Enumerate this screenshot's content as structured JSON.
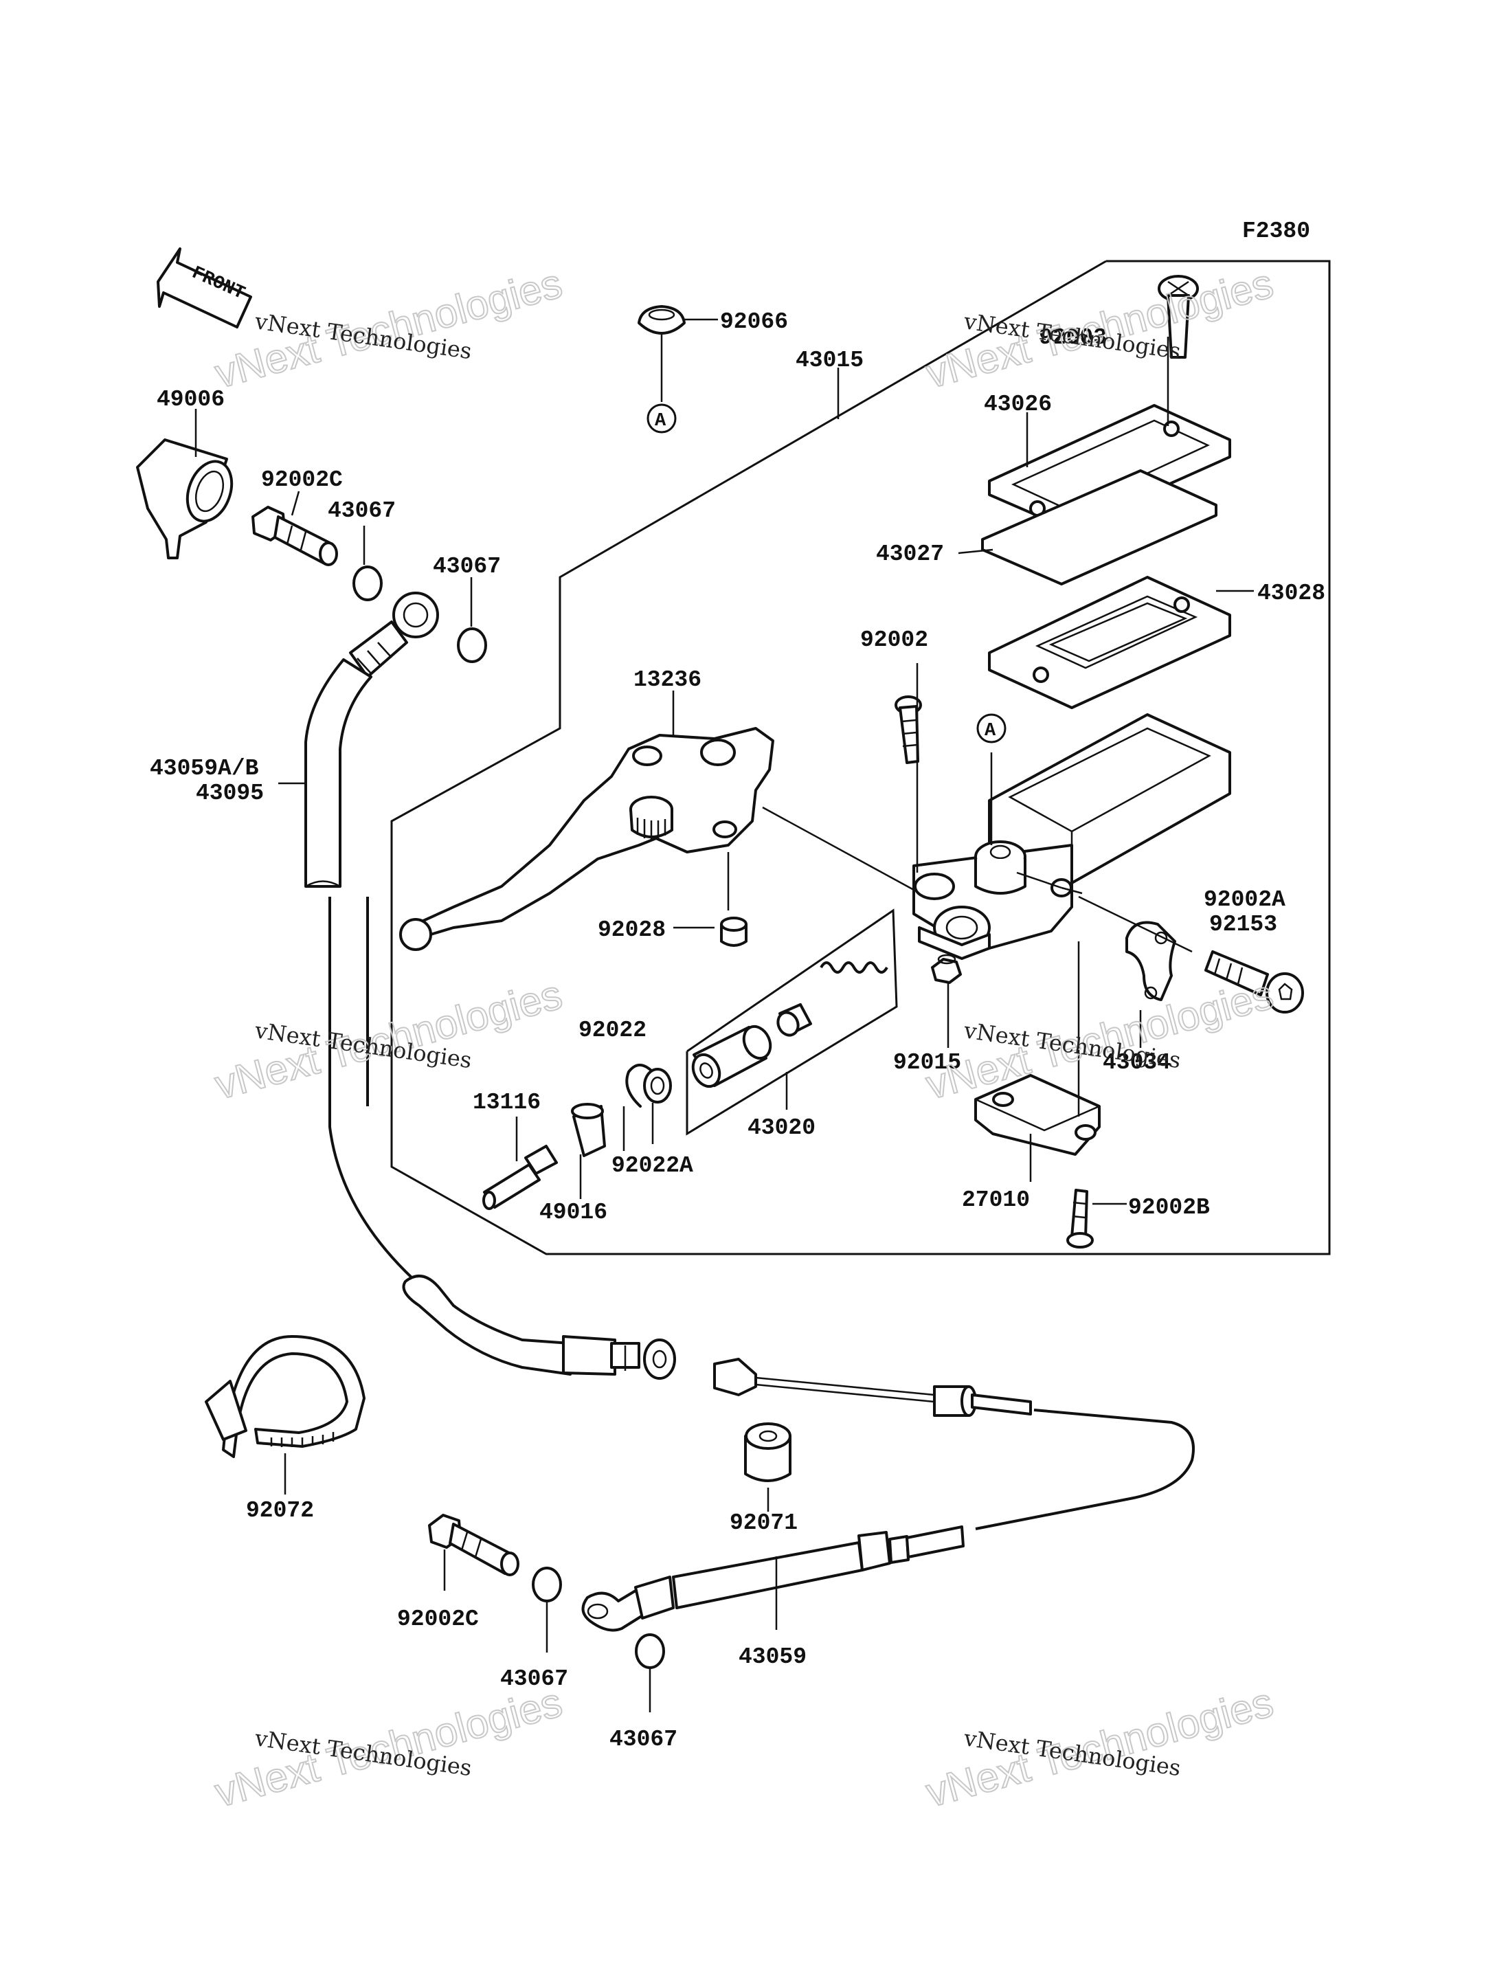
{
  "figure_code": "F2380",
  "front_label": "FRONT",
  "watermark": {
    "line1": "vNext Technologies",
    "line2": "vNext Technologies"
  },
  "callout_marker": "A",
  "labels": [
    {
      "id": "lbl-f2380",
      "text": "F2380"
    },
    {
      "id": "lbl-92066",
      "text": "92066"
    },
    {
      "id": "lbl-43015",
      "text": "43015"
    },
    {
      "id": "lbl-92003",
      "text": "92003"
    },
    {
      "id": "lbl-43026",
      "text": "43026"
    },
    {
      "id": "lbl-43027",
      "text": "43027"
    },
    {
      "id": "lbl-43028",
      "text": "43028"
    },
    {
      "id": "lbl-49006",
      "text": "49006"
    },
    {
      "id": "lbl-92002c-top",
      "text": "92002C"
    },
    {
      "id": "lbl-43067-a",
      "text": "43067"
    },
    {
      "id": "lbl-43067-b",
      "text": "43067"
    },
    {
      "id": "lbl-92002",
      "text": "92002"
    },
    {
      "id": "lbl-13236",
      "text": "13236"
    },
    {
      "id": "lbl-43059ab",
      "text": "43059A/B"
    },
    {
      "id": "lbl-43095",
      "text": "43095"
    },
    {
      "id": "lbl-92002a",
      "text": "92002A"
    },
    {
      "id": "lbl-92153",
      "text": "92153"
    },
    {
      "id": "lbl-92028",
      "text": "92028"
    },
    {
      "id": "lbl-92022",
      "text": "92022"
    },
    {
      "id": "lbl-92015",
      "text": "92015"
    },
    {
      "id": "lbl-43034",
      "text": "43034"
    },
    {
      "id": "lbl-13116",
      "text": "13116"
    },
    {
      "id": "lbl-43020",
      "text": "43020"
    },
    {
      "id": "lbl-92022a",
      "text": "92022A"
    },
    {
      "id": "lbl-49016",
      "text": "49016"
    },
    {
      "id": "lbl-27010",
      "text": "27010"
    },
    {
      "id": "lbl-92002b",
      "text": "92002B"
    },
    {
      "id": "lbl-92072",
      "text": "92072"
    },
    {
      "id": "lbl-92071",
      "text": "92071"
    },
    {
      "id": "lbl-92002c-bot",
      "text": "92002C"
    },
    {
      "id": "lbl-43067-c",
      "text": "43067"
    },
    {
      "id": "lbl-43059",
      "text": "43059"
    },
    {
      "id": "lbl-43067-d",
      "text": "43067"
    }
  ]
}
